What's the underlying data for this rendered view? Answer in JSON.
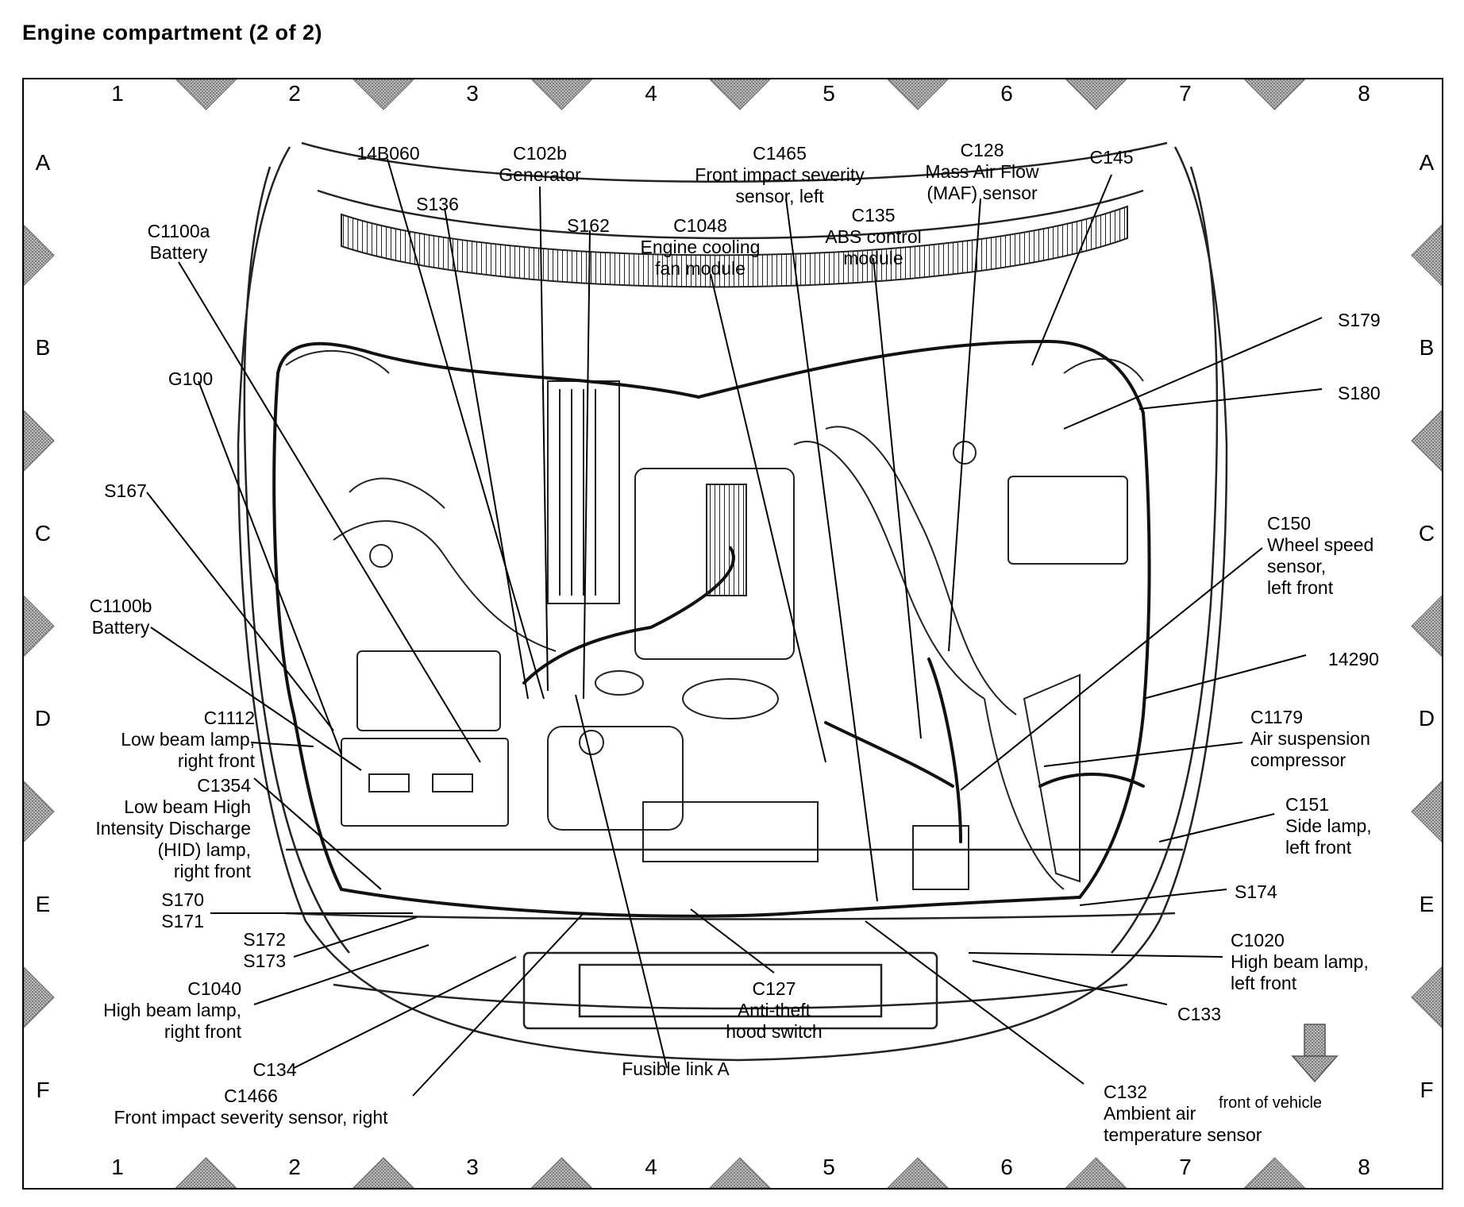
{
  "title": "Engine compartment (2 of 2)",
  "grid": {
    "columns": [
      "1",
      "2",
      "3",
      "4",
      "5",
      "6",
      "7",
      "8"
    ],
    "rows": [
      "A",
      "B",
      "C",
      "D",
      "E",
      "F"
    ]
  },
  "labels": {
    "l14B060": [
      "14B060"
    ],
    "c102b": [
      "C102b",
      "Generator"
    ],
    "s136": [
      "S136"
    ],
    "s162": [
      "S162"
    ],
    "c1465": [
      "C1465",
      "Front impact severity",
      "sensor, left"
    ],
    "c1048": [
      "C1048",
      "Engine cooling",
      "fan module"
    ],
    "c135": [
      "C135",
      "ABS control",
      "module"
    ],
    "c128": [
      "C128",
      "Mass Air Flow",
      "(MAF) sensor"
    ],
    "c145": [
      "C145"
    ],
    "c1100a": [
      "C1100a",
      "Battery"
    ],
    "g100": [
      "G100"
    ],
    "s167": [
      "S167"
    ],
    "c1100b": [
      "C1100b",
      "Battery"
    ],
    "c1112": [
      "C1112",
      "Low beam lamp,",
      "right front"
    ],
    "c1354": [
      "C1354",
      "Low beam High",
      "Intensity Discharge",
      "(HID) lamp,",
      "right front"
    ],
    "s170": [
      "S170",
      "S171"
    ],
    "s172": [
      "S172",
      "S173"
    ],
    "c1040": [
      "C1040",
      "High beam lamp,",
      "right front"
    ],
    "c134": [
      "C134"
    ],
    "c1466": [
      "C1466",
      "Front impact severity sensor, right"
    ],
    "fusible": [
      "Fusible link A"
    ],
    "c127": [
      "C127",
      "Anti-theft",
      "hood switch"
    ],
    "c132": [
      "C132",
      "Ambient air",
      "temperature sensor"
    ],
    "s179": [
      "S179"
    ],
    "s180": [
      "S180"
    ],
    "c150": [
      "C150",
      "Wheel speed",
      "sensor,",
      "left front"
    ],
    "l14290": [
      "14290"
    ],
    "c1179": [
      "C1179",
      "Air suspension",
      "compressor"
    ],
    "c151": [
      "C151",
      "Side lamp,",
      "left front"
    ],
    "s174": [
      "S174"
    ],
    "c1020": [
      "C1020",
      "High beam lamp,",
      "left front"
    ],
    "c133": [
      "C133"
    ]
  },
  "front_of_vehicle": "front of vehicle"
}
